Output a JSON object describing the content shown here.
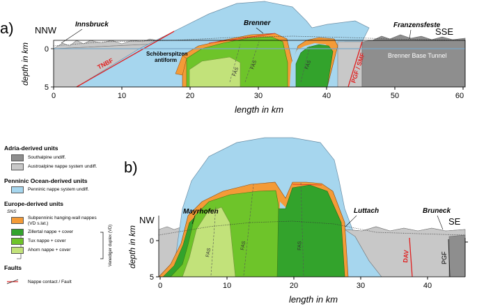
{
  "panel_a": {
    "label": "a)",
    "dir_left": "NNW",
    "dir_right": "SSE",
    "places": [
      "Innsbruck",
      "Brenner",
      "Franzensfeste"
    ],
    "labels": {
      "tnbf": "TNBF",
      "schoeber1": "Schöberspitzen",
      "schoeber2": "antiform",
      "fas": "FAS",
      "pgf_smf": "PGF / SMF",
      "tunnel": "Brenner Base Tunnel"
    },
    "y_label_pre": "depth in ",
    "y_label_unit": "km",
    "y_ticks": [
      "0",
      "5"
    ],
    "x_label_pre": "length in ",
    "x_label_unit": "km",
    "x_ticks": [
      "0",
      "10",
      "20",
      "30",
      "40",
      "50",
      "60"
    ]
  },
  "panel_b": {
    "label": "b)",
    "dir_left": "NW",
    "dir_right": "SE",
    "places": [
      "Mayrhofen",
      "Luttach",
      "Bruneck"
    ],
    "labels": {
      "fas": "FAS",
      "dav": "DAV",
      "pgf": "PGF"
    },
    "y_label_pre": "depth in ",
    "y_label_unit": "km",
    "y_ticks": [
      "0",
      "5"
    ],
    "x_label_pre": "length in ",
    "x_label_unit": "km",
    "x_ticks": [
      "0",
      "10",
      "20",
      "30",
      "40"
    ]
  },
  "legend": {
    "adria_title": "Adria-derived units",
    "southalpine": "Southalpine undiff.",
    "austroalpine": "Austroalpine nappe system undiff.",
    "penninic_title": "Penninic Ocean-derived units",
    "penninic": "Penninic nappe system undiff.",
    "europe_title": "Europe-derived units",
    "sns": "SNS",
    "subpenninic_1": "Subpenninic hanging-wall nappes",
    "subpenninic_2": "(VD s.lat.)",
    "zillertal": "Zillertal nappe + cover",
    "tux": "Tux nappe + cover",
    "ahorn": "Ahorn nappe + cover",
    "vd_label": "Venediger duplex (VD)",
    "faults_title": "Faults",
    "faults": "Nappe contact / Fault"
  },
  "colors": {
    "southalpine": "#8e8e8e",
    "austroalpine": "#c8c8c8",
    "penninic": "#a6d6ee",
    "subpenninic": "#f49b37",
    "zillertal": "#33a32c",
    "tux": "#6ec42a",
    "ahorn": "#c2e27a",
    "fault": "#e02020"
  }
}
